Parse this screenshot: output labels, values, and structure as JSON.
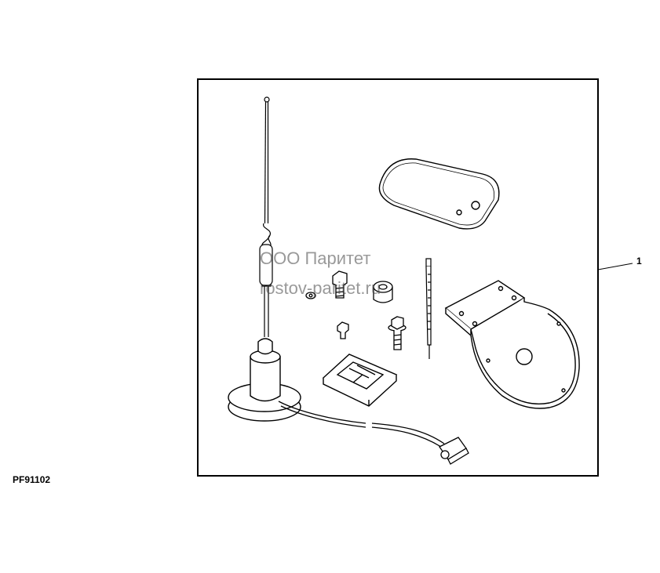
{
  "figure_id": "PF91102",
  "callout_number": "1",
  "watermark": {
    "line1": "ООО Паритет",
    "line2": "rostov-paritet.ru"
  },
  "colors": {
    "line": "#000000",
    "background": "#ffffff",
    "watermark": "#464646"
  }
}
